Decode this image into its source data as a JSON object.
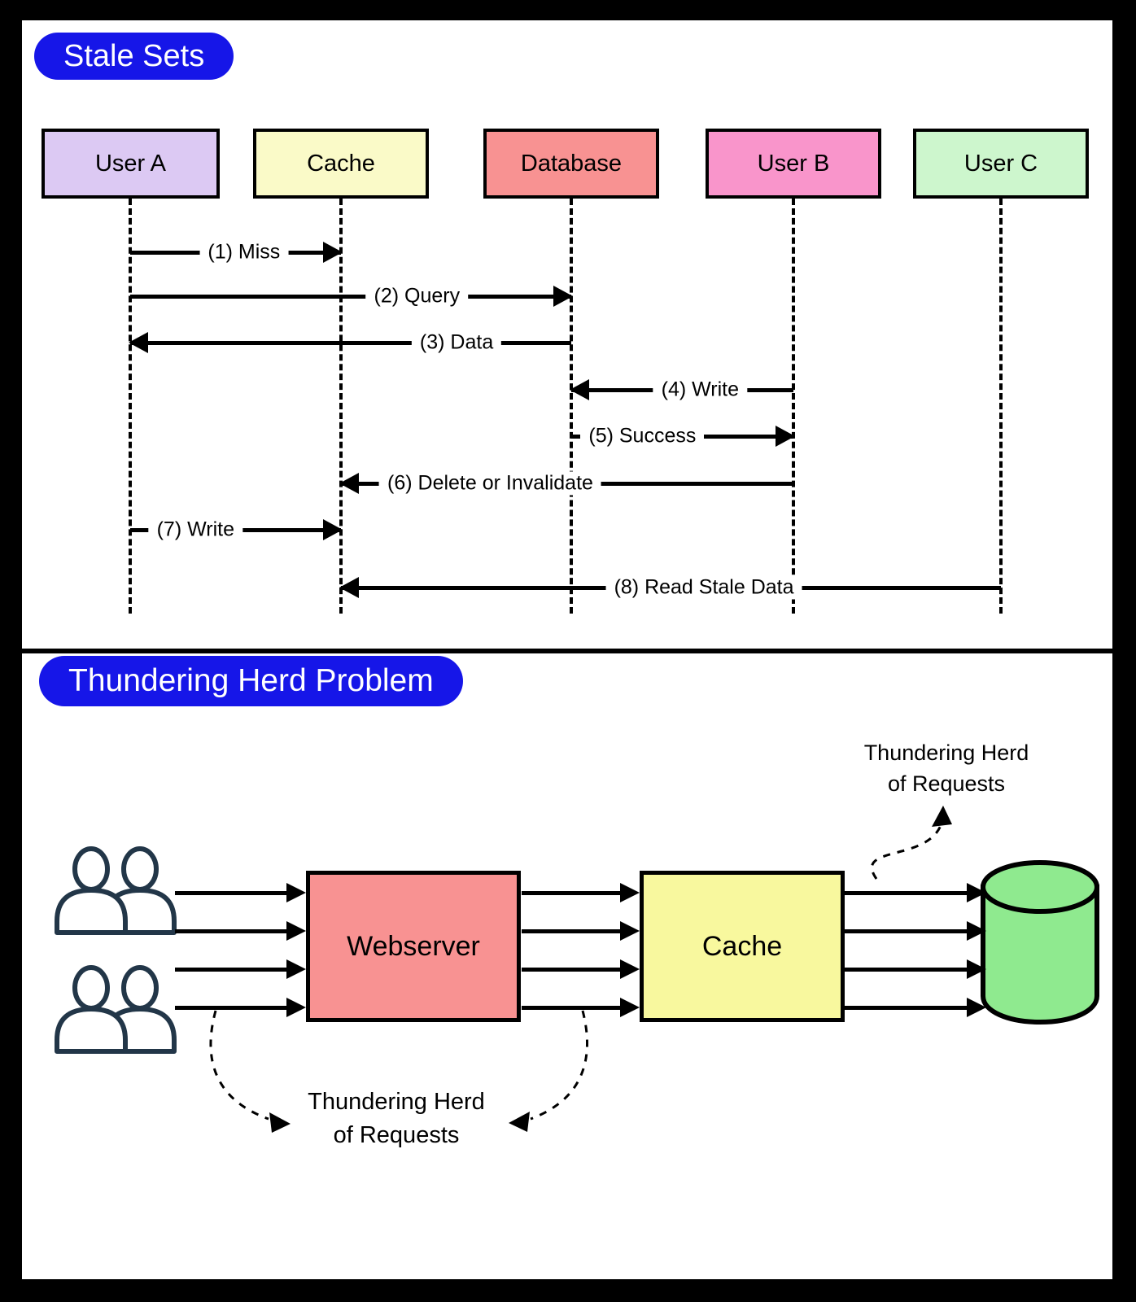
{
  "colors": {
    "badge_blue": "#1616E8",
    "user_a": "#DCC9F3",
    "cache_top": "#FAFAC8",
    "database": "#F89292",
    "user_b": "#F995CB",
    "user_c": "#CDF6CD",
    "webserver": "#F89292",
    "cache_bottom": "#F8F89E",
    "db_cylinder": "#8FEA8F",
    "users_icon": "#223648"
  },
  "panels": {
    "stale_sets": {
      "title": "Stale Sets",
      "actors": [
        {
          "name": "User A"
        },
        {
          "name": "Cache"
        },
        {
          "name": "Database"
        },
        {
          "name": "User B"
        },
        {
          "name": "User C"
        }
      ],
      "messages": [
        {
          "label": "(1) Miss",
          "from": "User A",
          "to": "Cache"
        },
        {
          "label": "(2) Query",
          "from": "User A",
          "to": "Database"
        },
        {
          "label": "(3) Data",
          "from": "Database",
          "to": "User A"
        },
        {
          "label": "(4) Write",
          "from": "User B",
          "to": "Database"
        },
        {
          "label": "(5) Success",
          "from": "Database",
          "to": "User B"
        },
        {
          "label": "(6) Delete or Invalidate",
          "from": "User B",
          "to": "Cache"
        },
        {
          "label": "(7) Write",
          "from": "User A",
          "to": "Cache"
        },
        {
          "label": "(8) Read Stale Data",
          "from": "User C",
          "to": "Cache"
        }
      ]
    },
    "thundering_herd": {
      "title": "Thundering Herd Problem",
      "nodes": {
        "webserver": "Webserver",
        "cache": "Cache"
      },
      "annotations": {
        "db": {
          "line1": "Thundering Herd",
          "line2": "of Requests"
        },
        "web": {
          "line1": "Thundering Herd",
          "line2": "of Requests"
        }
      }
    }
  }
}
